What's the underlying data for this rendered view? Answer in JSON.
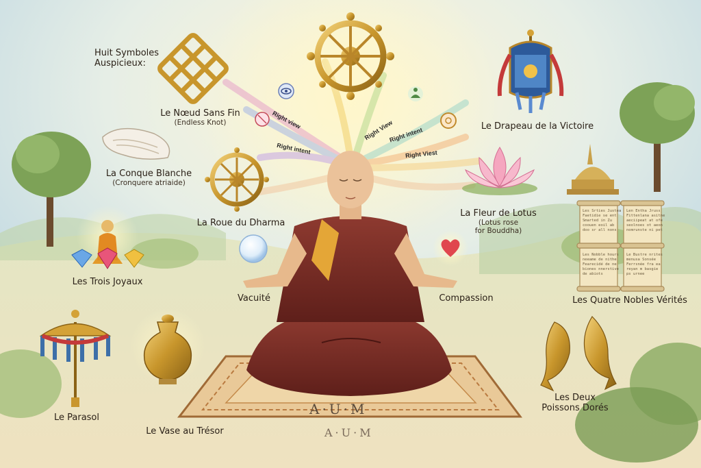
{
  "heading": {
    "line1": "Huit Symboles",
    "line2": "Auspicieux:"
  },
  "symbols": {
    "endless_knot": {
      "name": "Le Nœud Sans Fin",
      "sub": "(Endless Knot)"
    },
    "conch": {
      "name": "La Conque Blanche",
      "sub": "(Cronquere atriaide)"
    },
    "dharma_wheel": {
      "name": "La Roue du Dharma"
    },
    "three_jewels": {
      "name": "Les Trois Joyaux"
    },
    "parasol": {
      "name": "Le Parasol"
    },
    "vase": {
      "name": "Le Vase au Trésor"
    },
    "victory_banner": {
      "name": "Le Drapeau de la Victoire"
    },
    "lotus": {
      "name": "La Fleur de Lotus",
      "sub1": "(Lotus rose",
      "sub2": "for Bouddha)"
    },
    "four_truths": {
      "name": "Les Quatre Nobles Vérités"
    },
    "golden_fish": {
      "name1": "Les Deux",
      "name2": "Poissons Dorés"
    }
  },
  "hands": {
    "left": "Vacuité",
    "right": "Compassion"
  },
  "rays": {
    "left1": "Right view",
    "left2": "Right intent",
    "center": "Right View",
    "right1": "Right intent",
    "right2": "Right Viest"
  },
  "scrolls": {
    "s1": "Les Srties Justea\nFaetidie se ent\nSmarted in Zu\ncoouen eoil ab\ndoo sr all nons",
    "s2": "Len Entha Jruss\nFittenlana asitne\naeciipeat at ofe\nseolnoes ot aeon\nnomrunste ni pet",
    "s3": "Les Nobble hours\nneeame de nithe\nFearecidé de ne\nbiones nnerstive\nde abiots",
    "s4": "Le Bustre nrites\nmenusa Sonsée\nFerrsnée fra ea\nreyan m basgie\nps urnee"
  },
  "aum": {
    "main": "A·U·M",
    "echo": "A·U·M"
  },
  "colors": {
    "robe": "#7a2a24",
    "gold": "#c99a2e",
    "sky": "#cfe3ec",
    "ground": "#e8ddb8"
  }
}
